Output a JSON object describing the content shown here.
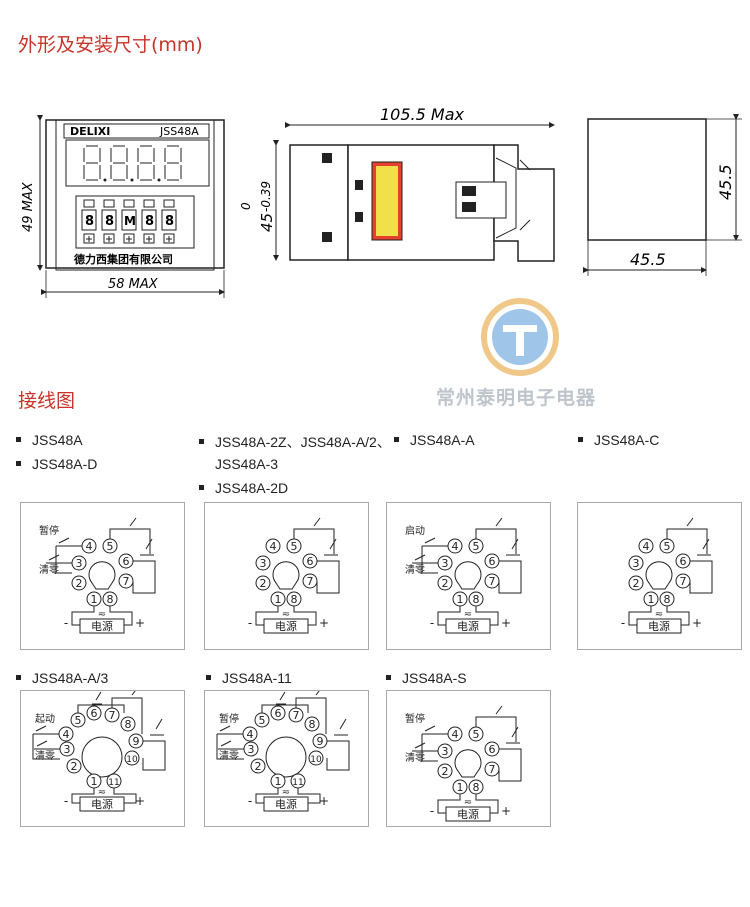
{
  "section_dimensions": "外形及安装尺寸(mm)",
  "section_wiring": "接线图",
  "watermark": "常州泰明电子电器",
  "front_view": {
    "brand": "DELIXI",
    "model": "JSS48A",
    "dial_digits": [
      "8",
      "8",
      "M",
      "8",
      "8"
    ],
    "maker": "德力西集团有限公司",
    "dim_height": "49 MAX",
    "dim_width": "58 MAX"
  },
  "side_view": {
    "dim_length": "105.5 Max",
    "dim_height": "45",
    "tolerance_upper": "0",
    "tolerance_lower": "-0.39"
  },
  "cutout": {
    "dim_width": "45.5",
    "dim_height": "45.5"
  },
  "labels": {
    "jss48a": "JSS48A",
    "jss48a_d": "JSS48A-D",
    "col2_line1": "JSS48A-2Z、JSS48A-A/2、",
    "col2_line2": "JSS48A-3",
    "col2_line3": "JSS48A-2D",
    "jss48a_a": "JSS48A-A",
    "jss48a_c": "JSS48A-C",
    "jss48a_a3": "JSS48A-A/3",
    "jss48a_11": "JSS48A-11",
    "jss48a_s": "JSS48A-S"
  },
  "terms": {
    "pause": "暂停",
    "reset": "清零",
    "start": "启动",
    "start_alt": "起动",
    "power": "电源",
    "minus": "-",
    "plus": "+",
    "ac": "≂"
  },
  "pins_8": [
    "1",
    "2",
    "3",
    "4",
    "5",
    "6",
    "7",
    "8"
  ],
  "pins_11": [
    "1",
    "2",
    "3",
    "4",
    "5",
    "6",
    "7",
    "8",
    "9",
    "10",
    "11"
  ]
}
